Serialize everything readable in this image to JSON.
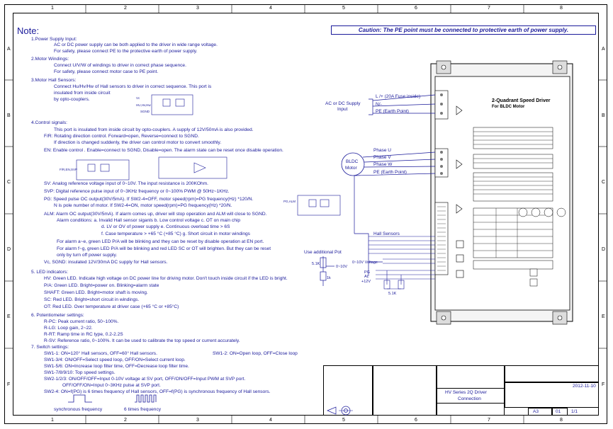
{
  "note": {
    "title": "Note:",
    "s1_title": "1.Power Supply Input:",
    "s1_l1": "AC or DC power supply can be both applied to the driver in wide range voltage.",
    "s1_l2": "For safety, please connect PE to the protective earth of power supply.",
    "s2_title": "2.Motor Windings:",
    "s2_l1": "Connect U/V/W of windings to driver in correct phase sequence.",
    "s2_l2": "For safety, please connect motor case to PE point.",
    "s3_title": "3.Motor Hall Sensors:",
    "s3_l1": "Connect Hu/Hv/Hw of Hall sensors to driver in correct sequence. This port is",
    "s3_l2": "insulated from inside circuit",
    "s3_l3": "by opto-couplers.",
    "s4_title": "4.Control signals:",
    "s4_l1": "This port is insulated from inside circuit by opto-couplers. A supply of 12V/50mA is also provided.",
    "s4_l2": "F/R: Rotating direction control. Forward=open, Reverse=connect to SGND.",
    "s4_l3": "If direction is changed suddenly, the driver can control motor to convert smoothly.",
    "s4_l4": "EN: Enable control . Enable=connect to SGND, Disable=open. The alarm state can be reset once disable operation.",
    "s4_sv": "SV: Analog reference voltage input of 0~10V. The input resistance is 200KOhm.",
    "s4_svp": "SVP: Digital reference pulse input of 0~3KHz frequency or 0~100% PWM @ 50Hz~1KHz.",
    "s4_pg1": "PG: Speed pulse OC output(30V/5mA). If SW2-4=OFF, motor speed(rpm)=PG frequency(Hz) *120/N.",
    "s4_pg2": "N is pole number of motor. If SW2-4=ON, motor speed(rpm)=PG frequency(Hz) *20/N.",
    "s4_alm1": "ALM: Alarm OC output(30V/5mA). If alarm comes up, driver will stop operation and ALM will close to SGND.",
    "s4_alm2": "Alarm conditions:   a. Invalid Hall sensor siganls      b. Low control voltage       c. OT on main chip",
    "s4_alm3": "d. LV or OV of power supply          e. Continuous overload time > 6S",
    "s4_alm4": "f. Case temperature > +65 °C (+85 °C)     g. Short circuit in motor windings",
    "s4_alm5": "For alarm a~e, green LED P/A will be blinking and they can be reset by disable operation at EN port.",
    "s4_alm6": "For alarm f~g, green LED P/A will be blinking and red LED SC or OT will brighten. But they can be reset",
    "s4_alm7": "only by turn off power supply.",
    "s4_vc": "Vc, SGND: insulated 12V/30mA DC supply for Hall sensors.",
    "s5_title": "5. LED indicators:",
    "s5_l1": "HV: Green LED.  Indicate high voltage on DC power line for driving motor. Don't touch inside circuit if the LED is bright.",
    "s5_l2": "P/A: Green LED.  Bright=power on.  Blinking=alarm state",
    "s5_l3": "SHAFT: Green LED.  Bright=motor shaft is moving.",
    "s5_l4": "SC: Red LED.  Bright=short circuit in windings.",
    "s5_l5": "OT: Red LED.  Over temperature at driver case (+65 °C or +85°C)",
    "s6_title": "6. Potentiometer settings:",
    "s6_l1": "R-PC: Peak current ratio, 50~100%.",
    "s6_l2": "R-LG: Loop gain, 2~22.",
    "s6_l3": "R-RT: Ramp time in RC type, 0.2-2.2S",
    "s6_l4": "R-SV: Reference ratio, 0~100%. It can be used to calibrate the top speed or current accurately.",
    "s7_title": "7. Switch settings:",
    "s7_l1": "SW1-1: ON=120° Hall sensors, OFF=60° Hall sensors.",
    "s7_l1b": "SW1-2: ON=Open loop, OFF=Close loop",
    "s7_l2": "SW1-3/4: ON/OFF=Select speed loop, OFF/ON=Select current loop.",
    "s7_l3": "SW1-5/6: ON=Increase loop filter time, OFF=Decrease loop filter time.",
    "s7_l4": "SW1-7/8/9/10: Top speed settings.",
    "s7_l5": "SW2-1/2/3: ON/OFF/OFF=Input 0-10V voltage at SV port, OFF/ON/OFF=Input PWM at SVP port.",
    "s7_l6": "OFF/OFF/ON=Input 0~3KHz pulse at SVP port.",
    "s7_l7": "SW2-4: ON=f(PG) is 6 times frequency of Hall sensors, OFF=f(PG) is  synchronous frequency of Hall sensors.",
    "sync": "synchronous frequency",
    "six": "6 times frequency"
  },
  "caution": "Caution: The PE point must be connected to protective earth of power supply.",
  "zones": {
    "cols": [
      "1",
      "2",
      "3",
      "4",
      "5",
      "6",
      "7",
      "8"
    ],
    "rows": [
      "A",
      "B",
      "C",
      "D",
      "E",
      "F"
    ]
  },
  "wiring": {
    "supply_label1": "AC or DC Supply",
    "supply_label2": "Input",
    "l": "L /+   (20A Fuse inside)",
    "n": "N/-",
    "pe1": "PE  (Earth Point)",
    "motor1": "BLDC",
    "motor2": "Motor",
    "pu": "Phase U",
    "pv": "Phase V",
    "pw": "Phase W",
    "pe2": "PE  (Earth Point)",
    "hall": "Hall Sensors",
    "pot": "Use additional Pot",
    "r1": "5.1K",
    "r2": "1k",
    "v010": "0~10V",
    "v010b": "0~10V Voltage",
    "pg": "PG",
    "al": "AL",
    "v12": "+12V",
    "r3": "5.1K"
  },
  "driver": {
    "title1": "2-Quadrant Speed Driver",
    "title2": "For BLDC Motor"
  },
  "opto": {
    "vc": "Vc",
    "hu": "HU,Hv,Hw",
    "sgnd": "SGND",
    "frenen": "F/R,EN,SVP",
    "pgalm": "PG,ALM"
  },
  "titleblock": {
    "date": "2012-11-10",
    "name1": "HV Series 2Q Driver",
    "name2": "Connection",
    "size": "A3",
    "sheet": "01",
    "pages": "1/1"
  },
  "colors": {
    "ink": "#1a1a9a",
    "frame": "#000000"
  }
}
